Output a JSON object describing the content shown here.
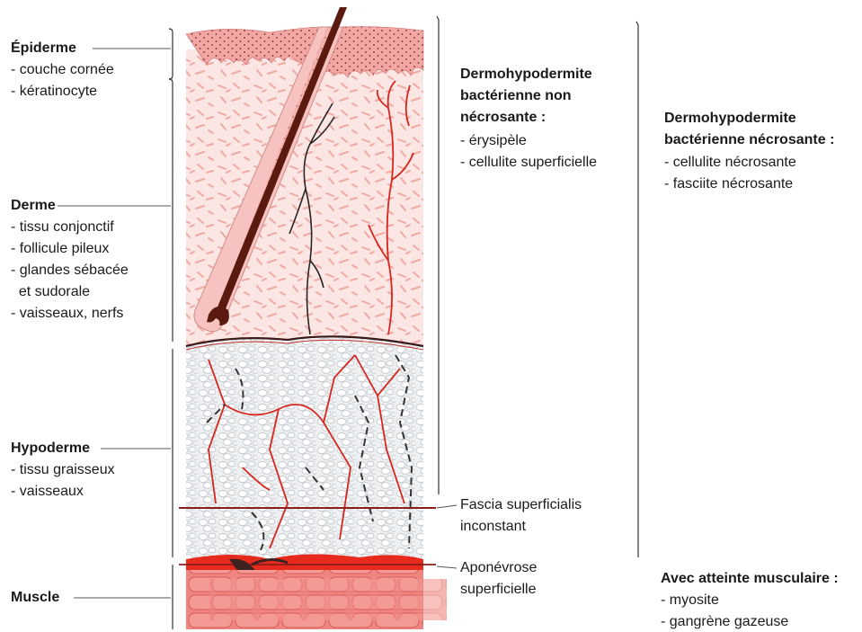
{
  "left_labels": {
    "epiderme": {
      "title": "Épiderme",
      "items": [
        "- couche cornée",
        "- kératinocyte"
      ]
    },
    "derme": {
      "title": "Derme",
      "items": [
        "- tissu conjonctif",
        "- follicule pileux",
        "- glandes sébacée",
        "  et sudorale",
        "- vaisseaux, nerfs"
      ]
    },
    "hypoderme": {
      "title": "Hypoderme",
      "items": [
        "- tissu graisseux",
        "- vaisseaux"
      ]
    },
    "muscle": {
      "title": "Muscle"
    }
  },
  "right_labels": {
    "non_necrosante": {
      "title_lines": [
        "Dermohypodermite",
        "bactérienne non",
        "nécrosante :"
      ],
      "items": [
        "- érysipèle",
        "- cellulite superficielle"
      ]
    },
    "necrosante": {
      "title_lines": [
        "Dermohypodermite",
        "bactérienne nécrosante :"
      ],
      "items": [
        "- cellulite nécrosante",
        "- fasciite nécrosante"
      ]
    },
    "fascia": {
      "lines": [
        "Fascia superficialis",
        "inconstant"
      ]
    },
    "aponevrose": {
      "lines": [
        "Aponévrose",
        "superficielle"
      ]
    },
    "musculaire": {
      "title": "Avec atteinte musculaire :",
      "items": [
        "- myosite",
        "- gangrène gazeuse"
      ]
    }
  },
  "colors": {
    "epidermis": "#f4b6b2",
    "dermis": "#fbe4e1",
    "fat": "#eceff1",
    "muscle": "#f07d78",
    "vessel_red": "#d7261e",
    "hair": "#5a1a10",
    "nerve": "#222222"
  }
}
